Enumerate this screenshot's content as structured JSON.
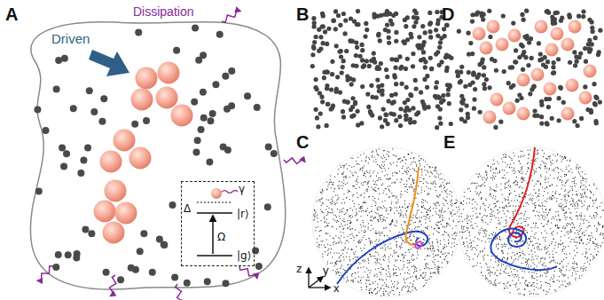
{
  "diagram": {
    "nodes": [
      {
        "text": [
          "|r⟩",
          "Δ",
          "γ",
          "Ω",
          "|g⟩"
        ]
      }
    ],
    "labels": [
      "A",
      "Driven",
      "Dissipation",
      "B",
      "D",
      "C",
      "E",
      "z",
      "y",
      "x"
    ]
  }
}
